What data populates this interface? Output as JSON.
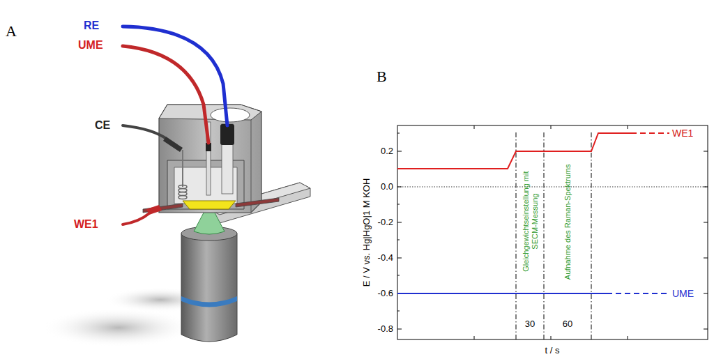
{
  "diagram": {
    "labels": [
      "A",
      "RE",
      "UME",
      "CE",
      "WE1",
      "B",
      "0.2",
      "0.0",
      "-0.2",
      "-0.4",
      "-0.6",
      "-0.8",
      "E / V vs. Hg|HgO|1 M KOH",
      "t / s",
      "WE1",
      "UME",
      "Gleichgewichtseinstellung mit SECM-Messung",
      "Aufnahme des Raman-Spektrums",
      "30",
      "60"
    ]
  }
}
